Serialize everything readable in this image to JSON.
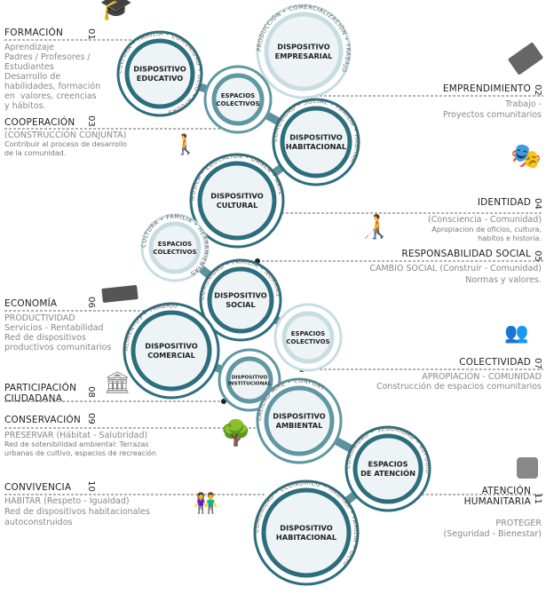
{
  "colors": {
    "dark": "#2c6e7d",
    "mid": "#5f97a3",
    "light": "#c7dde2",
    "fill": "#eef4f6",
    "dash": "#666666"
  },
  "nodes": {
    "educativo": "DISPOSITIVO EDUCATIVO",
    "empresarial": "DISPOSITIVO EMPRESARIAL",
    "espacios1": "ESPACIOS COLECTIVOS",
    "habitacional1": "DISPOSITIVO HABITACIONAL",
    "cultural": "DISPOSITIVO CULTURAL",
    "espacios2": "ESPACIOS COLECTIVOS",
    "social": "DISPOSITIVO SOCIAL",
    "comercial": "DISPOSITIVO COMERCIAL",
    "espacios3": "ESPACIOS COLECTIVOS",
    "institucional": "DISPOSITIVO INSTITUCIONAL",
    "ambiental": "DISPOSITIVO AMBIENTAL",
    "atencion": "ESPACIOS DE ATENCIÓN",
    "habitacional2": "DISPOSITIVO HABITACIONAL"
  },
  "left": [
    {
      "num": "01",
      "title": "FORMACIÓN",
      "sub": "Aprendizaje\nPadres / Profesores /\nEstudiantes\nDesarrollo de\nhabilidades, formación\nen  valores, creencias\ny hábitos."
    },
    {
      "num": "03",
      "title": "COOPERACIÓN",
      "sub": "(CONSTRUCCIÓN CONJUNTA)",
      "small": "Contribuir al proceso de desarrollo\nde la comunidad."
    },
    {
      "num": "06",
      "title": "ECONOMÍA",
      "sub": "PRODUCTIVIDAD\nServicios - Rentabilidad\nRed de dispositivos\nproductivos comunitarios"
    },
    {
      "num": "08",
      "title": "PARTICIPACIÓN\nCIUDADANA"
    },
    {
      "num": "09",
      "title": "CONSERVACIÓN",
      "sub": "PRESERVAR (Hábitat - Salubridad)",
      "small": "Red de sotenibilidad ambiental: Terrazas\nurbanas de cultivo, espacios de recreación"
    },
    {
      "num": "10",
      "title": "CONVIVENCIA",
      "sub": "HABITAR (Respeto - Igualdad)\nRed de dispositivos habitacionales\nautoconstruidos"
    }
  ],
  "right": [
    {
      "num": "02",
      "title": "EMPRENDIMIENTO",
      "sub": "Trabajo -\nProyectos comunitarios"
    },
    {
      "num": "04",
      "title": "IDENTIDAD",
      "sub": "(Consciencia - Comunidad)",
      "small": "Apropiacion de oficios, cultura,\nhabitos e historia."
    },
    {
      "num": "05",
      "title": "RESPONSABILIDAD SOCIAL",
      "sub": "CAMBIO SOCIAL (Construir - Comunidad)\nNormas y valores."
    },
    {
      "num": "07",
      "title": "COLECTIVIDAD",
      "sub": "APROPIACIÓN - COMUNIDAD\nConstrucción de espacios comunitarios"
    },
    {
      "num": "11",
      "title": "ATENCIÓN\nHUMANITARIA",
      "sub": "PROTEGER\n(Seguridad - Bienestar)"
    }
  ],
  "ring_words": {
    "educativo": [
      "CULTURA",
      "FAMILIA",
      "COMUNIDAD",
      "OCIO",
      "AYUDAS"
    ],
    "empresarial": [
      "PRODUCCIÓN",
      "COMERCIALIZACIÓN",
      "TRABAJO"
    ],
    "habitacional1": [
      "COMUNIDAD",
      "SOCIAL",
      "FAMILIA",
      "HABITAR"
    ],
    "cultural": [
      "MÚSICA",
      "EDUCACIÓN",
      "DANZA",
      "ARTE"
    ],
    "espacios2": [
      "CULTURA",
      "FAMILIA",
      "HERRAMIENTAS"
    ],
    "social": [
      "COMUNIDAD",
      "FAMILIA",
      "NORMAS"
    ],
    "comercial": [
      "ALIMENTOS",
      "TRABAJO"
    ],
    "ambiental": [
      "CALIDAD AIRE",
      "CONFORT"
    ],
    "atencion": [
      "COMUNIDAD",
      "SEGURIDAD",
      "REFUGIO"
    ],
    "habitacional2": [
      "COMUNIDAD",
      "ECONÓMICO",
      "HABITAR",
      "FAMILIA",
      "OCIO"
    ]
  }
}
